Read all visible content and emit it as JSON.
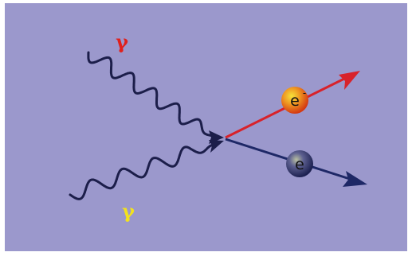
{
  "labels": {
    "gamma_top": "γ",
    "gamma_bottom": "γ",
    "electron_top": "e",
    "electron_top_charge": "-",
    "electron_bottom": "e"
  },
  "colors": {
    "background": "#9b98cc",
    "gamma_top": "#e0201c",
    "gamma_bottom": "#f2e21e",
    "photon_wave": "#1c1e4a",
    "electron_top_track": "#d8222a",
    "electron_bottom_track": "#1e2866",
    "electron_top_ball": "#e86a1c",
    "electron_bottom_ball": "#3a3f78"
  }
}
